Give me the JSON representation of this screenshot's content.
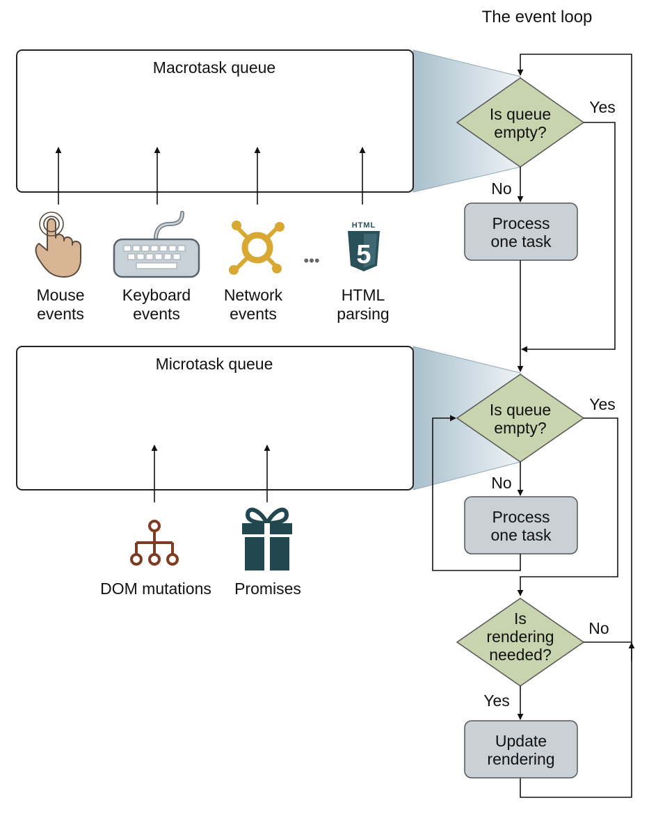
{
  "title": "The event loop",
  "macrotask": {
    "label": "Macrotask queue",
    "sources": [
      {
        "icon": "mouse-pointer-icon",
        "line1": "Mouse",
        "line2": "events"
      },
      {
        "icon": "keyboard-icon",
        "line1": "Keyboard",
        "line2": "events"
      },
      {
        "icon": "network-icon",
        "line1": "Network",
        "line2": "events"
      },
      {
        "icon": "html5-icon",
        "line1": "HTML",
        "line2": "parsing"
      }
    ],
    "html_badge": "HTML",
    "html_digit": "5",
    "ellipsis": "•••"
  },
  "microtask": {
    "label": "Microtask queue",
    "sources": [
      {
        "icon": "dom-tree-icon",
        "label": "DOM mutations"
      },
      {
        "icon": "gift-icon",
        "label": "Promises"
      }
    ]
  },
  "flow": {
    "d1": {
      "line1": "Is queue",
      "line2": "empty?",
      "yes": "Yes",
      "no": "No"
    },
    "p1": {
      "line1": "Process",
      "line2": "one task"
    },
    "d2": {
      "line1": "Is queue",
      "line2": "empty?",
      "yes": "Yes",
      "no": "No"
    },
    "p2": {
      "line1": "Process",
      "line2": "one task"
    },
    "d3": {
      "line1": "Is",
      "line2": "rendering",
      "line3": "needed?",
      "yes": "Yes",
      "no": "No"
    },
    "p3": {
      "line1": "Update",
      "line2": "rendering"
    }
  },
  "colors": {
    "decision_fill": "#c8d4ad",
    "process_fill": "#c9d0d6",
    "funnel_fill": "#b9ccd6",
    "mouse_hand": "#d8b695",
    "keyboard": "#c8d1d8",
    "network": "#d8a832",
    "html5": "#294f59",
    "dom_tree": "#7d3b22",
    "gift": "#21484f"
  }
}
